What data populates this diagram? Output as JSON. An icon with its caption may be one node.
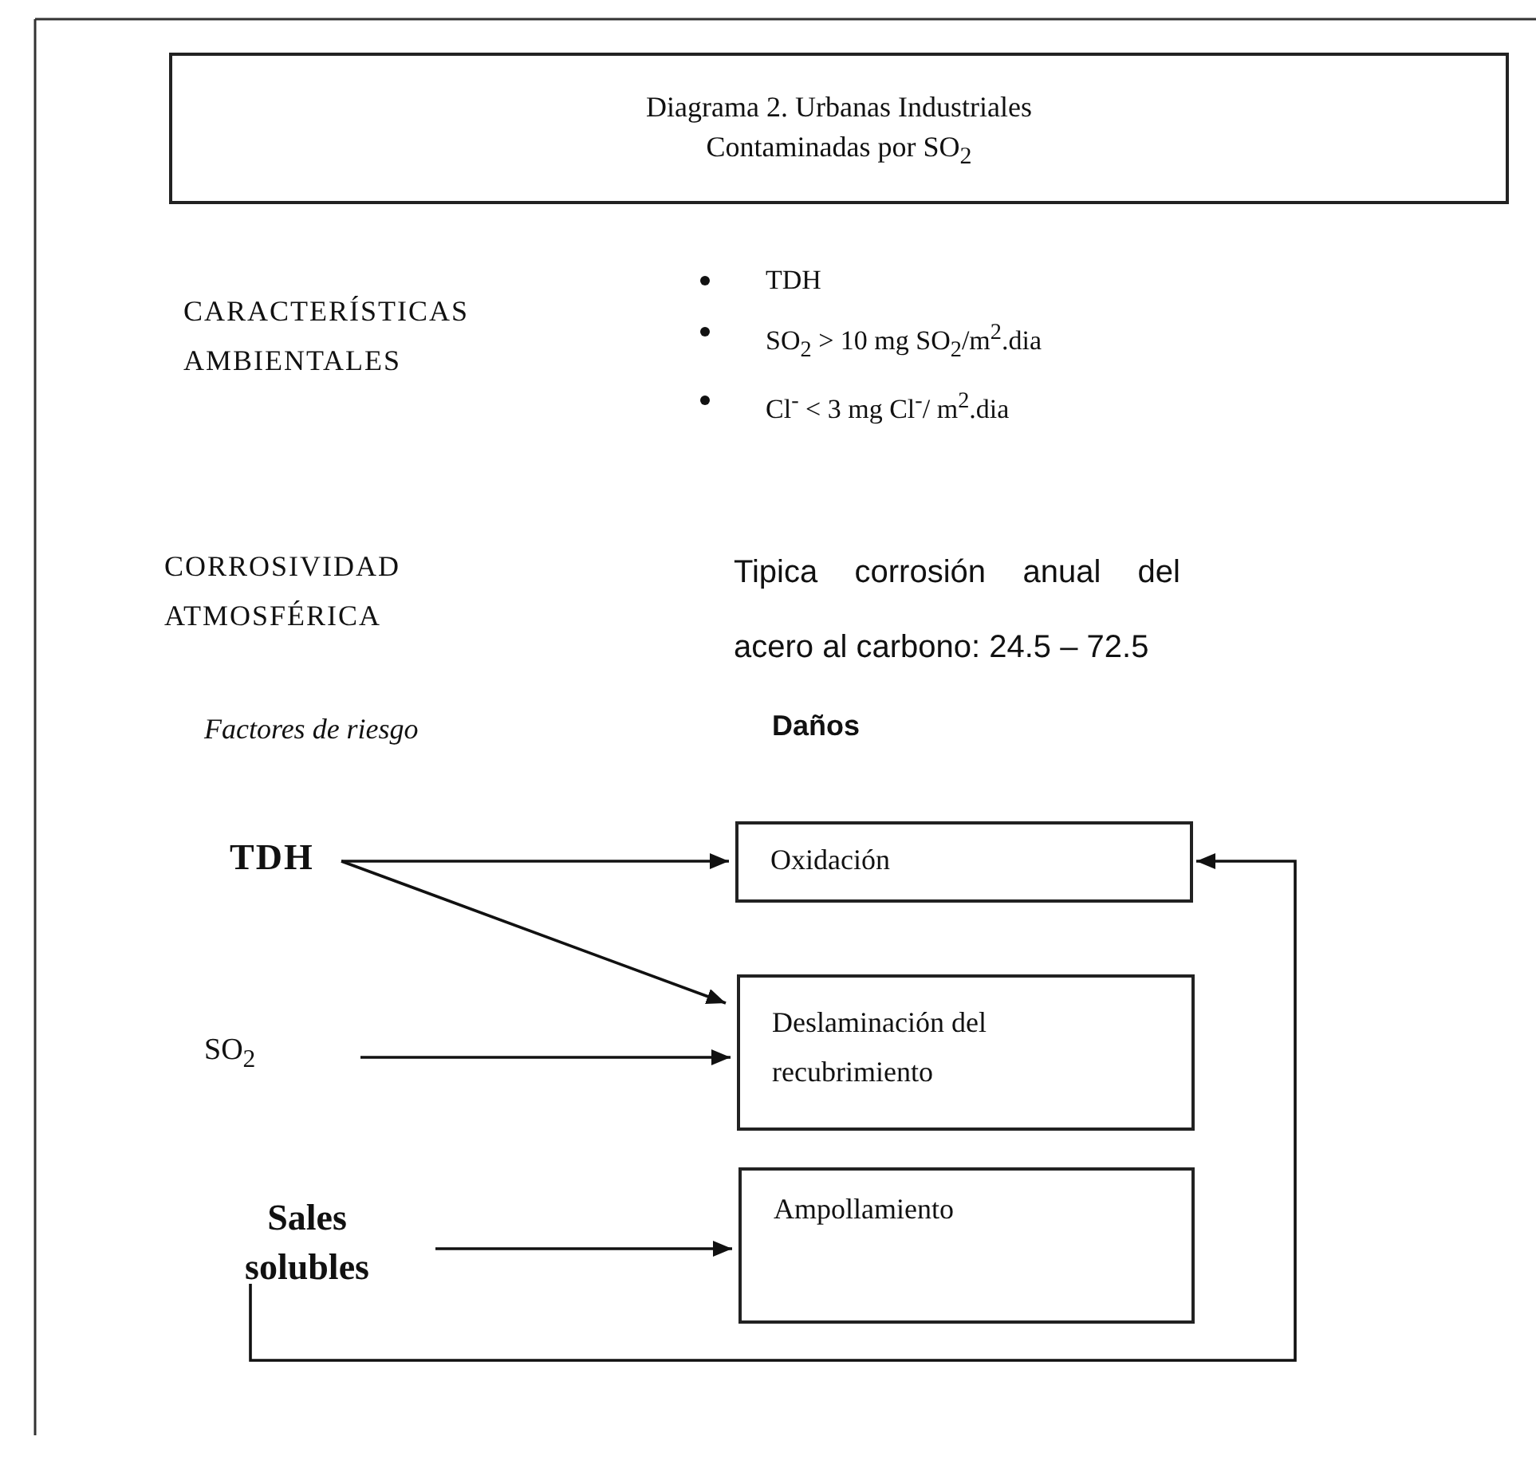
{
  "diagram": {
    "nodes": [
      {
        "text": [
          "Diagrama 2. Urbanas Industriales Contaminadas por SO$_{2}$"
        ]
      },
      {
        "text": [
          "TDH"
        ]
      },
      {
        "text": [
          "SO$_{2}$"
        ]
      },
      {
        "text": [
          "Sales solubles"
        ]
      },
      {
        "text": [
          "Oxidación"
        ]
      },
      {
        "text": [
          "Deslaminación del recubrimiento"
        ]
      },
      {
        "text": [
          "Ampollamiento"
        ]
      }
    ],
    "edges": [
      {
        "from": 1,
        "to": 4,
        "arrow": "to"
      },
      {
        "from": 1,
        "to": 5,
        "arrow": "to"
      },
      {
        "from": 2,
        "to": 5,
        "arrow": "to"
      },
      {
        "from": 3,
        "to": 6,
        "arrow": "to"
      },
      {
        "from": 3,
        "to": 4,
        "arrow": "to"
      }
    ],
    "labels": [
      "CARACTERÍSTICAS AMBIENTALES",
      "TDH",
      "SO$_{2}$ > 10 mg SO$_{2}$/m$^{2}$.dia",
      "Cl$^{-}$ < 3 mg Cl$^{-}$/ m$^{2}$.dia",
      "CORROSIVIDAD ATMOSFÉRICA",
      "Tipica corrosión anual del acero al carbono: 24.5 – 72.5",
      "Factores de riesgo",
      "Daños"
    ]
  }
}
